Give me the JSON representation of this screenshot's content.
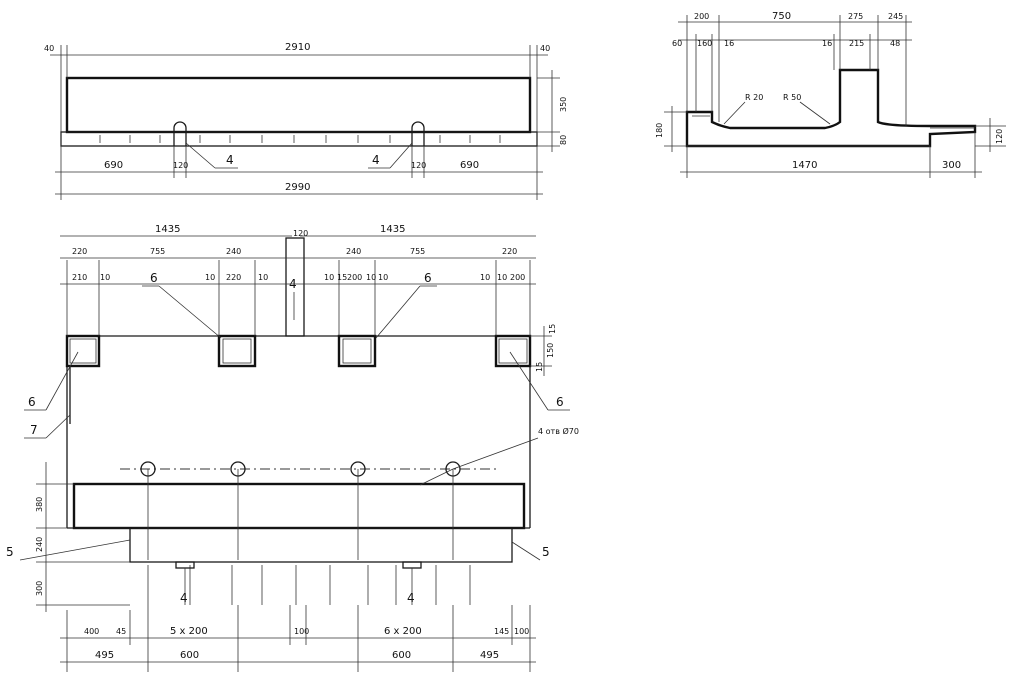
{
  "elevation": {
    "dims": {
      "left_edge": "40",
      "length": "2910",
      "right_edge": "40",
      "left_part": "690",
      "left_slot": "120",
      "right_slot": "120",
      "right_part": "690",
      "total": "2990",
      "body_height": "350",
      "base_height": "80"
    },
    "callouts": {
      "left_insert": "4",
      "right_insert": "4"
    }
  },
  "section": {
    "dims": {
      "top_a": "200",
      "top_b": "750",
      "top_c": "275",
      "top_d": "245",
      "sub_a": "60",
      "sub_b": "160",
      "sub_c": "16",
      "sub_d": "16",
      "sub_e": "215",
      "sub_f": "48",
      "radius_small": "R 20",
      "radius_large": "R 50",
      "left_height": "180",
      "right_height": "120",
      "base_width": "1470",
      "overhang": "300"
    }
  },
  "plan": {
    "top_dims": {
      "half_left": "1435",
      "half_right": "1435",
      "center_slot": "120",
      "l_220": "220",
      "l_755": "755",
      "l_240": "240",
      "r_240": "240",
      "r_755": "755",
      "r_220": "220"
    },
    "pocket_dims": {
      "p1_a": "210",
      "p1_b": "10",
      "p2_a": "10",
      "p2_b": "220",
      "p2_c": "10",
      "p3_a": "10",
      "p3_b": "15",
      "p3_c": "200",
      "p3_d": "10",
      "p3_e": "10",
      "p4_a": "10",
      "p4_b": "10",
      "p4_c": "200",
      "side_a": "15",
      "side_b": "150",
      "side_c": "15"
    },
    "callouts": {
      "pocket_left": "6",
      "pocket_mid_left": "6",
      "pocket_mid_right": "6",
      "pocket_right": "6",
      "edge_strip": "7",
      "center_insert": "4",
      "holes": "4 отв Ø70",
      "plate_left": "5",
      "plate_right": "5",
      "insert_left": "4",
      "insert_right": "4"
    },
    "left_dims": {
      "upper": "380",
      "middle": "240",
      "lower": "300"
    },
    "bottom_dims": {
      "b_400": "400",
      "b_45a": "45",
      "b_5x200": "5 x 200",
      "b_100a": "100",
      "b_6x200": "6 x 200",
      "b_145": "145",
      "b_100b": "100",
      "c_495a": "495",
      "c_600a": "600",
      "c_600b": "600",
      "c_495b": "495"
    }
  }
}
